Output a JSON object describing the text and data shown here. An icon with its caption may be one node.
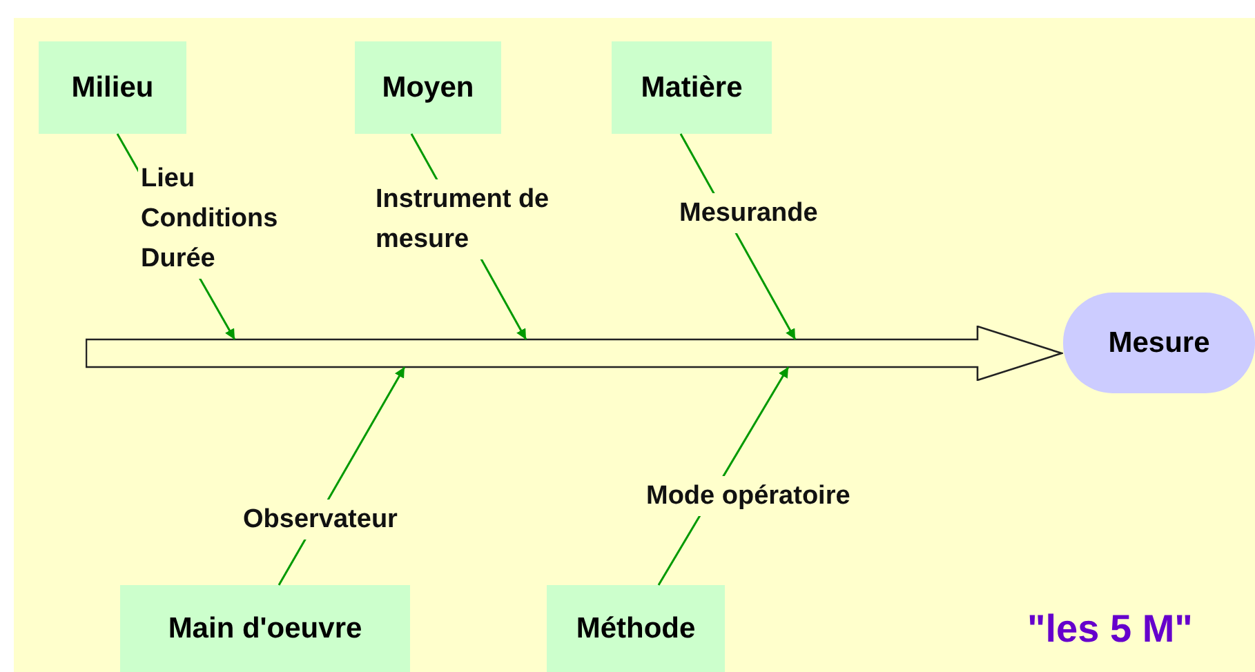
{
  "diagram": {
    "nodes": [
      {
        "text": [
          "Milieu"
        ]
      },
      {
        "text": [
          "Moyen"
        ]
      },
      {
        "text": [
          "Matière"
        ]
      },
      {
        "text": [],
        "shape": "arrow"
      },
      {
        "text": [
          "Mesure"
        ]
      },
      {
        "text": [
          "Main d'oeuvre"
        ]
      },
      {
        "text": [
          "Méthode"
        ]
      }
    ],
    "edges": [
      {
        "from": 0,
        "to": 3,
        "arrow": "to",
        "label": "Lieu Conditions Durée"
      },
      {
        "from": 1,
        "to": 3,
        "arrow": "to",
        "label": "Instrument de mesure"
      },
      {
        "from": 2,
        "to": 3,
        "arrow": "to",
        "label": "Mesurande"
      },
      {
        "from": 5,
        "to": 3,
        "arrow": "to",
        "label": "Observateur"
      },
      {
        "from": 6,
        "to": 3,
        "arrow": "to",
        "label": "Mode opératoire"
      }
    ],
    "labels": [
      "\"les 5 M\""
    ]
  }
}
